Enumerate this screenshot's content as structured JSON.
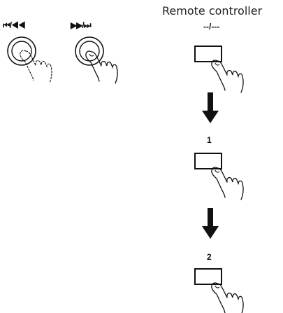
{
  "title": "Remote controller",
  "left_buttons": {
    "seek_back_label": "⏮/◀◀",
    "seek_fwd_label": "▶▶/⏭"
  },
  "remote_steps": [
    {
      "label": "--/---"
    },
    {
      "label": "1"
    },
    {
      "label": "2"
    }
  ],
  "icons": [
    "round-button-icon",
    "hand-pointer-icon",
    "rect-button-icon",
    "down-arrow-icon"
  ]
}
